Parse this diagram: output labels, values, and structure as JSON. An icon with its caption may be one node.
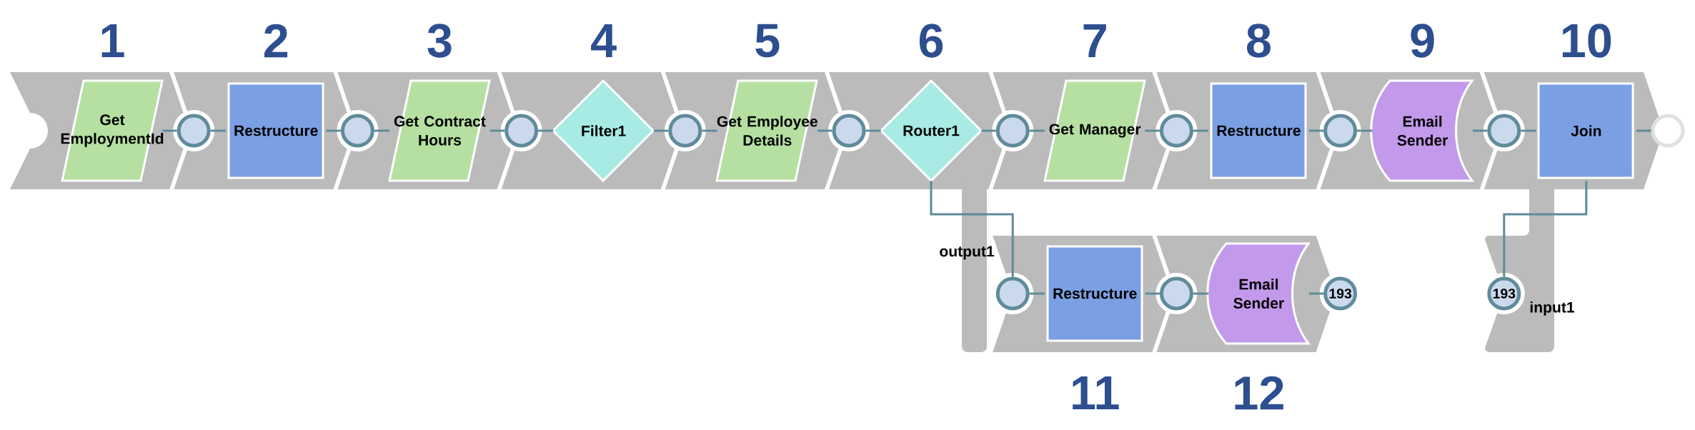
{
  "diagram": {
    "nodes": [
      {
        "text": [
          "Get EmploymentId"
        ],
        "beside": [
          "1"
        ]
      },
      {
        "text": [],
        "shape": "circle"
      },
      {
        "text": [
          "Restructure"
        ],
        "beside": [
          "2"
        ]
      },
      {
        "text": [],
        "shape": "circle"
      },
      {
        "text": [
          "Get Contract Hours"
        ],
        "beside": [
          "3"
        ]
      },
      {
        "text": [],
        "shape": "circle"
      },
      {
        "text": [
          "Filter1"
        ],
        "beside": [
          "4"
        ]
      },
      {
        "text": [],
        "shape": "circle"
      },
      {
        "text": [
          "Get Employee Details"
        ],
        "beside": [
          "5"
        ]
      },
      {
        "text": [],
        "shape": "circle"
      },
      {
        "text": [
          "Router1"
        ],
        "beside": [
          "6"
        ]
      },
      {
        "text": [],
        "shape": "circle"
      },
      {
        "text": [
          "Get Manager"
        ],
        "beside": [
          "7"
        ]
      },
      {
        "text": [],
        "shape": "circle"
      },
      {
        "text": [
          "Restructure"
        ],
        "beside": [
          "8"
        ]
      },
      {
        "text": [],
        "shape": "circle"
      },
      {
        "text": [
          "Email Sender"
        ],
        "beside": [
          "9"
        ]
      },
      {
        "text": [],
        "shape": "circle"
      },
      {
        "text": [
          "Join"
        ],
        "beside": [
          "10"
        ]
      },
      {
        "text": [],
        "shape": "circle"
      },
      {
        "text": [],
        "shape": "circle",
        "beside": [
          "output1"
        ]
      },
      {
        "text": [
          "Restructure"
        ],
        "beside": [
          "11"
        ]
      },
      {
        "text": [],
        "shape": "circle"
      },
      {
        "text": [
          "Email Sender"
        ],
        "beside": [
          "12"
        ]
      },
      {
        "text": [
          "193"
        ]
      },
      {
        "text": [
          "193"
        ],
        "beside": [
          "input1"
        ]
      }
    ],
    "edges": [
      {
        "from": 0,
        "to": 1,
        "arrow": "none"
      },
      {
        "from": 1,
        "to": 2,
        "arrow": "none"
      },
      {
        "from": 2,
        "to": 3,
        "arrow": "none"
      },
      {
        "from": 3,
        "to": 4,
        "arrow": "none"
      },
      {
        "from": 4,
        "to": 5,
        "arrow": "none"
      },
      {
        "from": 5,
        "to": 6,
        "arrow": "none"
      },
      {
        "from": 6,
        "to": 7,
        "arrow": "none"
      },
      {
        "from": 7,
        "to": 8,
        "arrow": "none"
      },
      {
        "from": 8,
        "to": 9,
        "arrow": "none"
      },
      {
        "from": 9,
        "to": 10,
        "arrow": "none"
      },
      {
        "from": 10,
        "to": 11,
        "arrow": "none"
      },
      {
        "from": 11,
        "to": 12,
        "arrow": "none"
      },
      {
        "from": 12,
        "to": 13,
        "arrow": "none"
      },
      {
        "from": 13,
        "to": 14,
        "arrow": "none"
      },
      {
        "from": 14,
        "to": 15,
        "arrow": "none"
      },
      {
        "from": 15,
        "to": 16,
        "arrow": "none"
      },
      {
        "from": 16,
        "to": 17,
        "arrow": "none"
      },
      {
        "from": 17,
        "to": 18,
        "arrow": "none"
      },
      {
        "from": 18,
        "to": 19,
        "arrow": "none"
      },
      {
        "from": 10,
        "to": 20,
        "arrow": "none"
      },
      {
        "from": 20,
        "to": 21,
        "arrow": "none"
      },
      {
        "from": 21,
        "to": 22,
        "arrow": "none"
      },
      {
        "from": 22,
        "to": 23,
        "arrow": "none"
      },
      {
        "from": 23,
        "to": 24,
        "arrow": "none"
      },
      {
        "from": 25,
        "to": 18,
        "arrow": "none"
      }
    ]
  }
}
